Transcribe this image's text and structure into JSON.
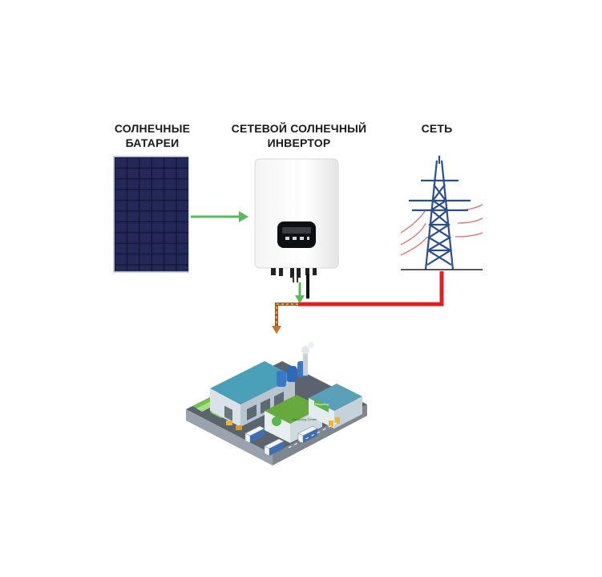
{
  "labels": {
    "solar_panels": [
      "СОЛНЕЧНЫЕ",
      "БАТАРЕИ"
    ],
    "inverter": [
      "СЕТЕВОЙ СОЛНЕЧНЫЙ",
      "ИНВЕРТОР"
    ],
    "grid": "СЕТЬ"
  },
  "factory_signs": {
    "recycling": "Recycling Center",
    "second": "Recycling"
  },
  "colors": {
    "solar_flow": "#5cb85c",
    "grid_flow": "#e02020",
    "mixed_flow": "#c8702a",
    "tower": "#2a4f8a",
    "panel": "#1c1f4a"
  },
  "icons": [
    "solar-panel-icon",
    "inverter-icon",
    "power-tower-icon",
    "factory-icon"
  ]
}
